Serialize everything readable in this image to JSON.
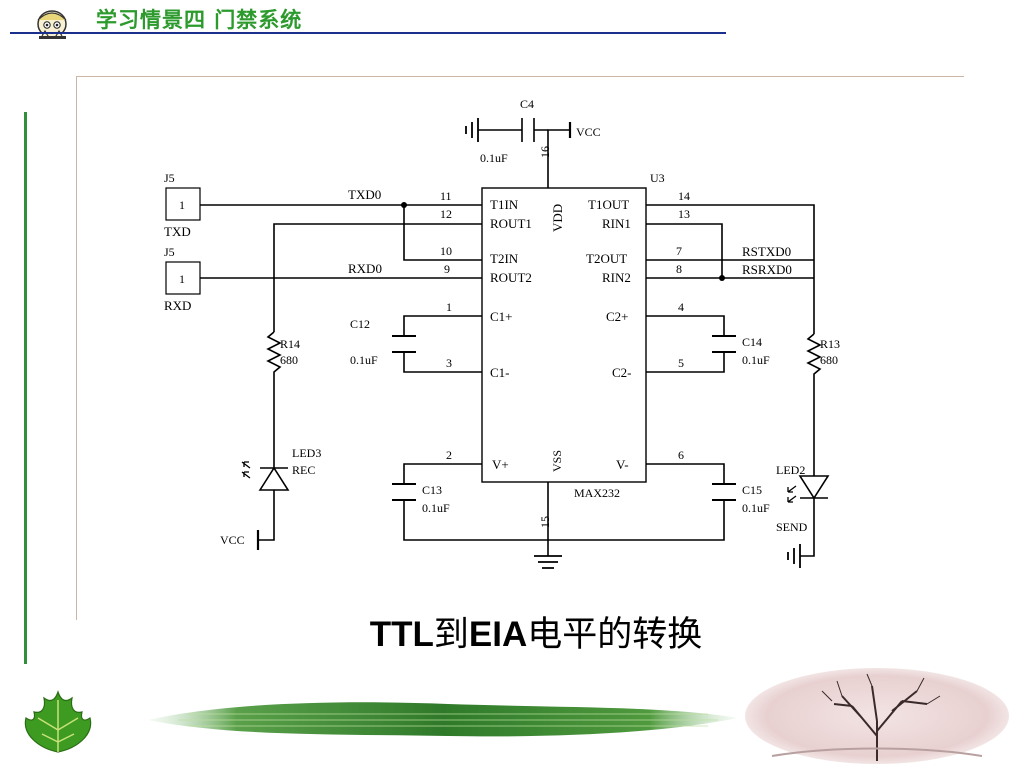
{
  "header": {
    "title": "学习情景四  门禁系统"
  },
  "caption": {
    "part1": "TTL",
    "part2": "到",
    "part3": "EIA",
    "part4": "电平的转换"
  },
  "schematic": {
    "chip": {
      "ref": "U3",
      "part": "MAX232",
      "vdd": "VDD",
      "vss": "VSS",
      "left_pins": [
        {
          "num": "11",
          "name": "T1IN"
        },
        {
          "num": "12",
          "name": "ROUT1"
        },
        {
          "num": "10",
          "name": "T2IN"
        },
        {
          "num": "9",
          "name": "ROUT2"
        },
        {
          "num": "1",
          "name": "C1+"
        },
        {
          "num": "3",
          "name": "C1-"
        },
        {
          "num": "2",
          "name": "V+"
        }
      ],
      "right_pins": [
        {
          "num": "14",
          "name": "T1OUT"
        },
        {
          "num": "13",
          "name": "RIN1"
        },
        {
          "num": "7",
          "name": "T2OUT"
        },
        {
          "num": "8",
          "name": "RIN2"
        },
        {
          "num": "4",
          "name": "C2+"
        },
        {
          "num": "5",
          "name": "C2-"
        },
        {
          "num": "6",
          "name": "V-"
        }
      ],
      "top_pin": "16",
      "bottom_pin": "15"
    },
    "connectors": [
      {
        "ref": "J5",
        "pin": "1",
        "label": "TXD",
        "net": "TXD0"
      },
      {
        "ref": "J5",
        "pin": "1",
        "label": "RXD",
        "net": "RXD0"
      }
    ],
    "nets": {
      "rstxd": "RSTXD0",
      "rsrxd": "RSRXD0"
    },
    "capacitors": [
      {
        "ref": "C4",
        "value": "0.1uF"
      },
      {
        "ref": "C12",
        "value": "0.1uF"
      },
      {
        "ref": "C13",
        "value": "0.1uF"
      },
      {
        "ref": "C14",
        "value": "0.1uF"
      },
      {
        "ref": "C15",
        "value": "0.1uF"
      }
    ],
    "resistors": [
      {
        "ref": "R14",
        "value": "680"
      },
      {
        "ref": "R13",
        "value": "680"
      }
    ],
    "leds": [
      {
        "ref": "LED3",
        "label": "REC"
      },
      {
        "ref": "LED2",
        "label": "SEND"
      }
    ],
    "power": {
      "vcc": "VCC"
    }
  }
}
